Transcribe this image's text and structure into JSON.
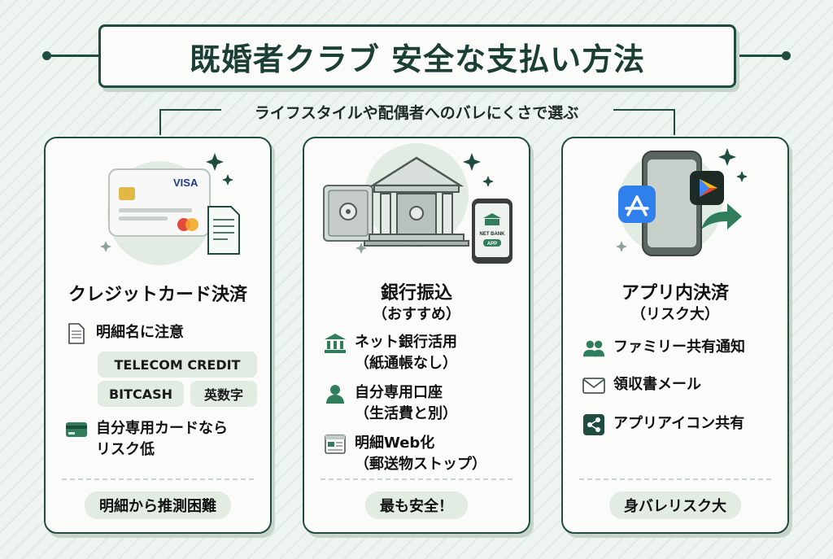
{
  "title": "既婚者クラブ 安全な支払い方法",
  "subtitle": "ライフスタイルや配偶者へのバレにくさで選ぶ",
  "colors": {
    "primary": "#1f4c41",
    "accent_green": "#2f7d5b",
    "pill_bg": "#e2ece3",
    "background": "#eef4ef"
  },
  "cards": [
    {
      "title": "クレジットカード決済",
      "illustration": {
        "icons": [
          "credit-card-icon",
          "document-icon",
          "sparkle-icon"
        ],
        "card_brand": "VISA",
        "card_logo": "MasterCard"
      },
      "items": [
        {
          "icon": "document-icon",
          "text": "明細名に注意"
        },
        {
          "icon": "credit-card-icon",
          "text": "自分専用カードなら リスク低"
        }
      ],
      "tags": [
        "TELECOM CREDIT",
        "BITCASH",
        "英数字"
      ],
      "badge": "明細から推測困難"
    },
    {
      "title": "銀行振込",
      "subtitle": "（おすすめ）",
      "illustration": {
        "icons": [
          "safe-icon",
          "bank-icon",
          "phone-icon"
        ],
        "phone_label": "NET BANK",
        "phone_button": "APP"
      },
      "items": [
        {
          "icon": "bank-icon",
          "text": "ネット銀行活用",
          "sub": "（紙通帳なし）"
        },
        {
          "icon": "person-icon",
          "text": "自分専用口座",
          "sub": "（生活費と別）"
        },
        {
          "icon": "web-icon",
          "text": "明細Web化",
          "sub": "（郵送物ストップ）"
        }
      ],
      "badge": "最も安全！"
    },
    {
      "title": "アプリ内決済",
      "subtitle": "（リスク大）",
      "illustration": {
        "icons": [
          "smartphone-icon",
          "app-store-icon",
          "play-store-icon",
          "share-arrow-icon"
        ]
      },
      "items": [
        {
          "icon": "family-icon",
          "text": "ファミリー共有通知"
        },
        {
          "icon": "mail-icon",
          "text": "領収書メール"
        },
        {
          "icon": "share-icon",
          "text": "アプリアイコン共有"
        }
      ],
      "badge": "身バレリスク大"
    }
  ]
}
